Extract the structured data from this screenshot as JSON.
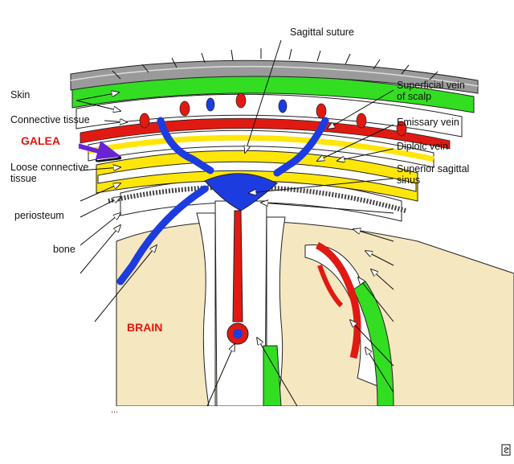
{
  "labels": {
    "skin": "Skin",
    "connective_tissue": "Connective tissue",
    "galea": "GALEA",
    "loose_connective_1": "Loose connective",
    "loose_connective_2": "tissue",
    "periosteum": "periosteum",
    "bone": "bone",
    "brain": "BRAIN",
    "sagittal_suture": "Sagittal suture",
    "superficial_vein_1": "Superficial vein",
    "superficial_vein_2": "of scalp",
    "emissary_vein": "Emissary vein",
    "diploic_vein": "Diploic vein",
    "superior_sagittal_1": "Superior sagittal",
    "superior_sagittal_2": "sinus",
    "ellipsis": "..."
  },
  "colors": {
    "skin_green": "#33dd22",
    "artery_red": "#e01a12",
    "vein_blue": "#1c3ce0",
    "bone_yellow": "#ffe60a",
    "brain_tan": "#f5e8c0",
    "galea_arrow": "#6a22d6",
    "label_red": "#e3160f"
  }
}
